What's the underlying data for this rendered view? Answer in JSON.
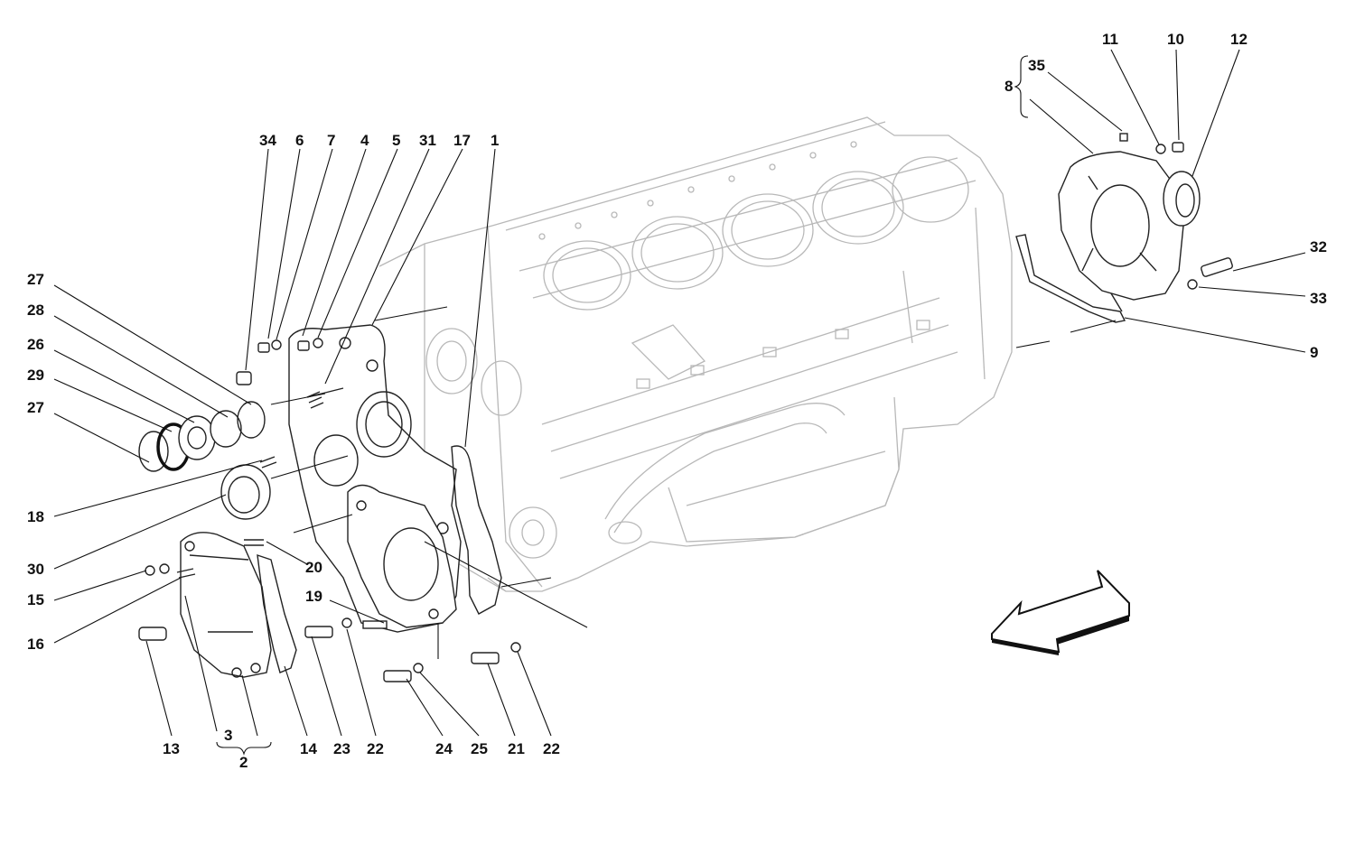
{
  "diagram": {
    "callouts": [
      "34",
      "6",
      "7",
      "4",
      "5",
      "31",
      "17",
      "1",
      "27",
      "28",
      "26",
      "29",
      "27",
      "18",
      "30",
      "15",
      "16",
      "13",
      "3",
      "2",
      "14",
      "23",
      "22",
      "24",
      "25",
      "21",
      "22",
      "20",
      "19",
      "11",
      "10",
      "12",
      "35",
      "8",
      "32",
      "33",
      "9"
    ]
  },
  "colors": {
    "ink": "#111111",
    "ghost": "#b8b8b8",
    "background": "#ffffff"
  },
  "icons": {
    "direction": "direction-arrow-icon"
  }
}
